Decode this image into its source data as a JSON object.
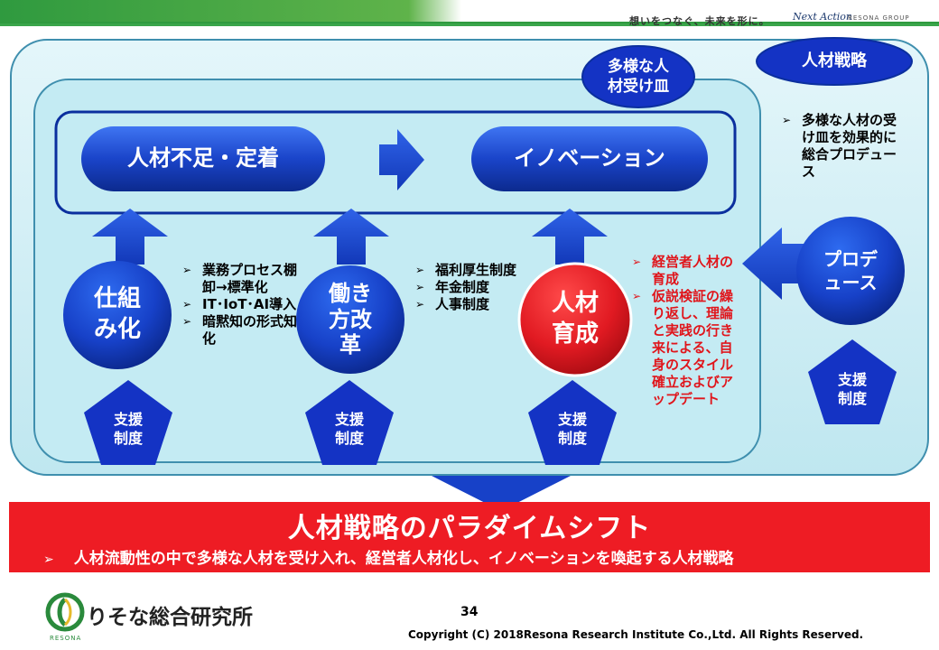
{
  "header": {
    "tagline": "想いをつなぐ、未来を形に。",
    "brand_script": "Next Action",
    "group": "RESONA GROUP"
  },
  "ovals": {
    "diversity_receptacle": "多様な人\n材受け皿",
    "hr_strategy": "人材戦略"
  },
  "top_row": {
    "left": "人材不足・定着",
    "right": "イノベーション"
  },
  "circles": {
    "mechanism": "仕組\nみ化",
    "work_reform": "働き\n方改\n革",
    "talent_development": "人材\n育成",
    "produce": "プロデ\nュース"
  },
  "pentagon_label": "支援\n制度",
  "lists": {
    "mechanism": [
      "業務プロセス棚卸→標準化",
      "IT･IoT･AI導入",
      "暗黙知の形式知化"
    ],
    "work_reform": [
      "福利厚生制度",
      "年金制度",
      "人事制度"
    ],
    "talent_development": [
      "経営者人材の育成",
      "仮説検証の繰り返し、理論と実践の行き来による、自身のスタイル確立およびアップデート"
    ],
    "produce": [
      "多様な人材の受け皿を効果的に総合プロデュース"
    ]
  },
  "bullet_marker": "➢",
  "banner": {
    "title": "人材戦略のパラダイムシフト",
    "subtitle": "人材流動性の中で多様な人材を受け入れ、経営者人材化し、イノベーションを喚起する人材戦略"
  },
  "footer": {
    "logo_text": "りそな総合研究所",
    "logo_sub": "RESONA",
    "page_number": "34",
    "copyright": "Copyright (C) 2018Resona Research Institute Co.,Ltd. All Rights Reserved."
  },
  "colors": {
    "header_green": "#2f9a3f",
    "panel_fill": "#cdeef5",
    "deep_blue": "#0b2f9e",
    "red_circle": "#e11a22",
    "banner_red": "#ee1c24",
    "red_text": "#e0151b"
  }
}
